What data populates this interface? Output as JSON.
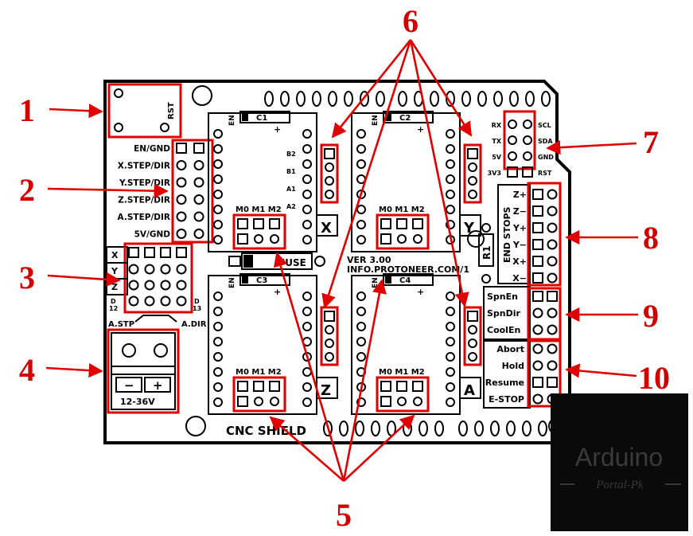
{
  "board": {
    "rst": "RST",
    "header2": [
      "EN/GND",
      "X.STEP/DIR",
      "Y.STEP/DIR",
      "Z.STEP/DIR",
      "A.STEP/DIR",
      "5V/GND"
    ],
    "axis3": [
      "X",
      "Y",
      "Z"
    ],
    "d12": "D\n12",
    "d13": "D\n13",
    "astp": "A.STP",
    "adir": "A.DIR",
    "psu_minus": "−",
    "psu_plus": "+",
    "psu_voltage": "12-36V",
    "en": "EN",
    "caps": [
      "C1",
      "C2",
      "C3",
      "C4"
    ],
    "coil_pins": [
      "B2",
      "B1",
      "A1",
      "A2"
    ],
    "microstep": "M0 M1 M2",
    "axes": [
      "X",
      "Y",
      "Z",
      "A"
    ],
    "fuse": "FUSE",
    "version": "VER 3.00",
    "url": "INFO.PROTONEER.COM/1",
    "r1": "R1",
    "serial_left": [
      "RX",
      "TX",
      "5V",
      "3V3"
    ],
    "serial_right": [
      "SCL",
      "SDA",
      "GND",
      "RST"
    ],
    "end_stops": "END STOPS",
    "endstop_labels": [
      "Z+",
      "Z−",
      "Y+",
      "Y−",
      "X+",
      "X−"
    ],
    "spindle": [
      "SpnEn",
      "SpnDir",
      "CoolEn"
    ],
    "control": [
      "Abort",
      "Hold",
      "Resume",
      "E-STOP"
    ],
    "shield_name": "CNC SHIELD",
    "plus_sign": "+"
  },
  "callouts": [
    "1",
    "2",
    "3",
    "4",
    "5",
    "6",
    "7",
    "8",
    "9",
    "10"
  ],
  "watermark": {
    "line1": "Arduino",
    "line2": "Portal-Pk"
  },
  "colors": {
    "callout": "#e00000",
    "board": "#000000",
    "watermark_bg": "#0a0a0a",
    "watermark_text": "#3a3a3a"
  }
}
